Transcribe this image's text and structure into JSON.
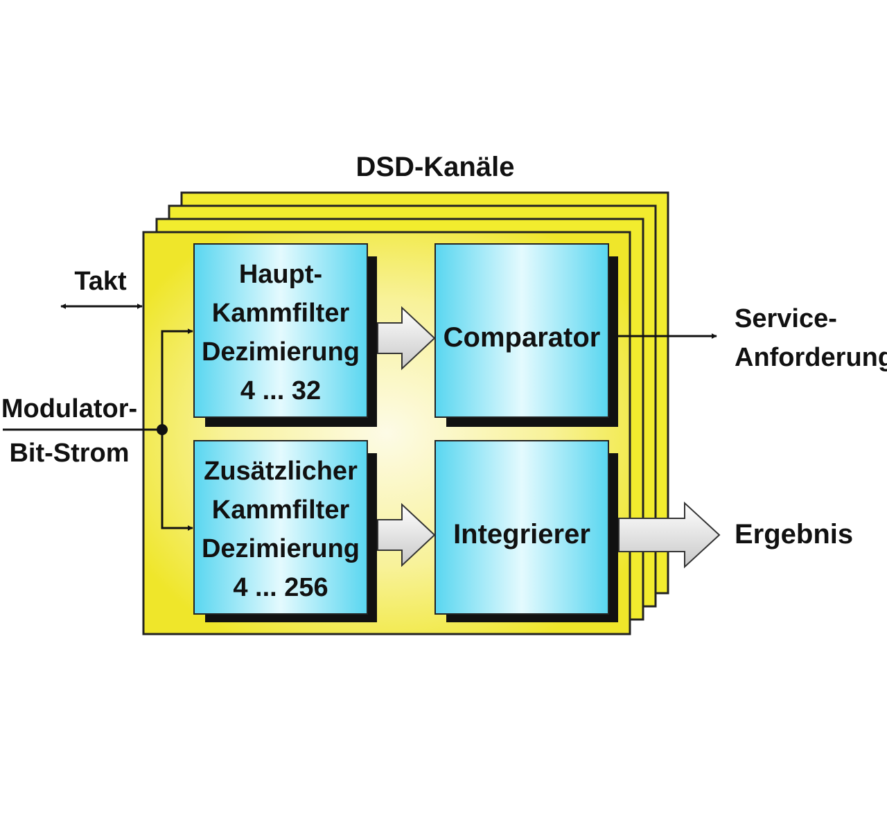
{
  "title": "DSD-Kanäle",
  "inputs": {
    "clock": "Takt",
    "bitstream_line1": "Modulator-",
    "bitstream_line2": "Bit-Strom"
  },
  "blocks": {
    "main_filter": {
      "line1": "Haupt-",
      "line2": "Kammfilter",
      "line3": "Dezimierung",
      "line4": "4 ... 32"
    },
    "extra_filter": {
      "line1": "Zusätzlicher",
      "line2": "Kammfilter",
      "line3": "Dezimierung",
      "line4": "4 ... 256"
    },
    "comparator": {
      "label": "Comparator"
    },
    "integrator": {
      "label": "Integrierer"
    }
  },
  "outputs": {
    "service_line1": "Service-",
    "service_line2": "Anforderung",
    "result": "Ergebnis"
  },
  "colors": {
    "channel_fill": "#f2ec2e",
    "channel_center": "#fbf8cf",
    "block_edge": "#5cd9f2",
    "block_center": "#dff8fd",
    "arrow_fill": "#d9d9d9",
    "line": "#111111"
  }
}
